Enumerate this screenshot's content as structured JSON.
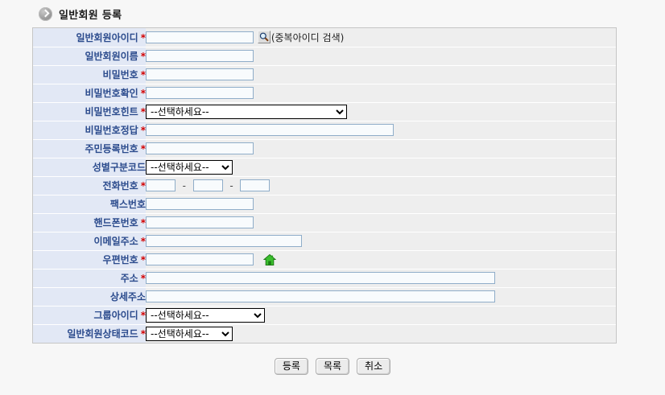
{
  "page": {
    "title": "일반회원 등록",
    "header_icon": "arrow-circle-icon"
  },
  "form": {
    "required_mark": "*",
    "select_placeholder": "--선택하세요--",
    "dash": "-",
    "id_search_hint": "(중복아이디 검색)",
    "search_icon": "magnifier-icon",
    "postcode_icon": "house-icon",
    "rows": [
      {
        "label": "일반회원아이디",
        "required": true,
        "control": "text-with-search",
        "value": ""
      },
      {
        "label": "일반회원이름",
        "required": true,
        "control": "text",
        "value": ""
      },
      {
        "label": "비밀번호",
        "required": true,
        "control": "text",
        "value": ""
      },
      {
        "label": "비밀번호확인",
        "required": true,
        "control": "text",
        "value": ""
      },
      {
        "label": "비밀번호힌트",
        "required": true,
        "control": "select-long",
        "value": "--선택하세요--"
      },
      {
        "label": "비밀번호정답",
        "required": true,
        "control": "text-wide-mid",
        "value": ""
      },
      {
        "label": "주민등록번호",
        "required": true,
        "control": "text",
        "value": ""
      },
      {
        "label": "성별구분코드",
        "required": false,
        "control": "select-auto",
        "value": "--선택하세요--"
      },
      {
        "label": "전화번호",
        "required": true,
        "control": "phone-segments",
        "value": ""
      },
      {
        "label": "팩스번호",
        "required": false,
        "control": "text",
        "value": ""
      },
      {
        "label": "핸드폰번호",
        "required": true,
        "control": "text",
        "value": ""
      },
      {
        "label": "이메일주소",
        "required": true,
        "control": "text-email",
        "value": ""
      },
      {
        "label": "우편번호",
        "required": true,
        "control": "text-with-house",
        "value": ""
      },
      {
        "label": "주소",
        "required": true,
        "control": "text-wide",
        "value": ""
      },
      {
        "label": "상세주소",
        "required": false,
        "control": "text-wide",
        "value": ""
      },
      {
        "label": "그룹아이디",
        "required": true,
        "control": "select-med",
        "value": "--선택하세요--"
      },
      {
        "label": "일반회원상태코드",
        "required": true,
        "control": "select-auto",
        "value": "--선택하세요--"
      }
    ]
  },
  "footer": {
    "register_label": "등록",
    "list_label": "목록",
    "cancel_label": "취소"
  },
  "colors": {
    "label_bg": "#e2e8f5",
    "label_text": "#2b4b8d",
    "field_bg": "#eeeeee",
    "required": "#d40000",
    "page_bg": "#f7f7f7",
    "house_green": "#3bbf2e"
  }
}
